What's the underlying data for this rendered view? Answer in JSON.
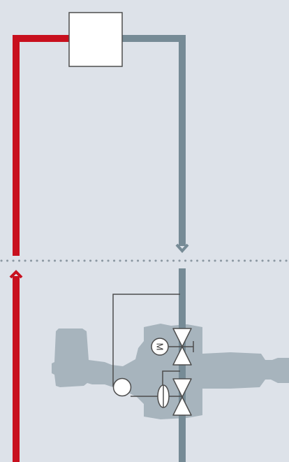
{
  "colors": {
    "background": "#dde2e9",
    "supply_pipe": "#c8101e",
    "return_pipe": "#768b96",
    "pump_silhouette": "#a7b4bd",
    "dotted_divider": "#8b97a1",
    "control_lines": "#4d4d4d",
    "symbol_fill": "#ffffff"
  },
  "icons": {
    "heat_consumer": "rectangle",
    "flow_down_arrow": "chevron-down",
    "flow_up_arrow": "chevron-up",
    "motor_valve": "two-way-valve-with-motor",
    "pressure_valve": "two-way-valve-with-diaphragm",
    "sensor": "circle"
  },
  "labels": {
    "motor_symbol": "M"
  }
}
